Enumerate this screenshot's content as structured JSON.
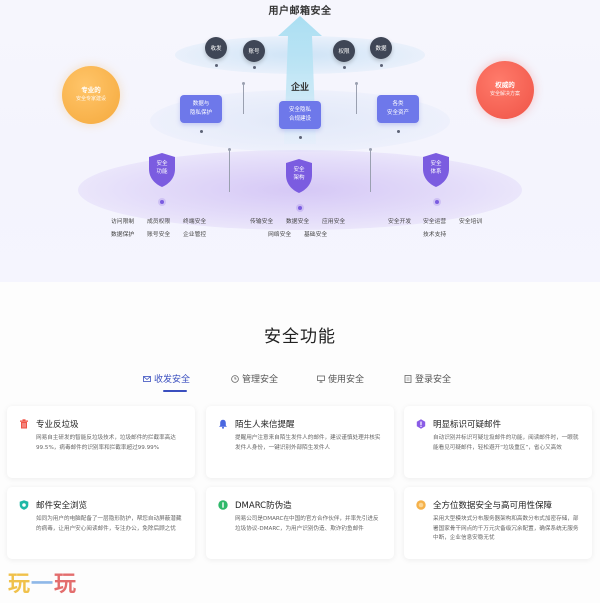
{
  "diagram": {
    "title": "用户邮箱安全",
    "top_circles": [
      "收发",
      "账号",
      "权限",
      "数据"
    ],
    "left_circle": {
      "line1": "专业的",
      "line2": "安全专家建设"
    },
    "right_circle": {
      "line1": "权威的",
      "line2": "安全解决方案"
    },
    "enterprise_label": "企业",
    "blue_boxes": [
      {
        "line1": "数据与",
        "line2": "隐私保护"
      },
      {
        "line1": "安全隐私",
        "line2": "合规建设"
      },
      {
        "line1": "各类",
        "line2": "安全资产"
      }
    ],
    "shields": [
      {
        "line1": "安全",
        "line2": "功能"
      },
      {
        "line1": "安全",
        "line2": "架构"
      },
      {
        "line1": "安全",
        "line2": "体系"
      }
    ],
    "feature_groups": [
      {
        "row1": [
          "访问限制",
          "成员权限",
          "终端安全"
        ],
        "row2": [
          "数据保护",
          "账号安全",
          "企业管控"
        ]
      },
      {
        "row1": [
          "传输安全",
          "数据安全",
          "应用安全"
        ],
        "row2": [
          "网络安全",
          "基础安全"
        ]
      },
      {
        "row1": [
          "安全开发",
          "安全运营",
          "安全培训"
        ],
        "row2": [
          "技术支持"
        ]
      }
    ],
    "colors": {
      "orange": "#f5a93c",
      "red": "#ef5346",
      "blue_box": "#6e78ea",
      "shield": "#7b5ce0",
      "dark_circle": "#3f4656"
    }
  },
  "section": {
    "title": "安全功能",
    "tabs": [
      {
        "label": "收发安全",
        "icon": "mail-icon",
        "active": true
      },
      {
        "label": "管理安全",
        "icon": "clock-icon",
        "active": false
      },
      {
        "label": "使用安全",
        "icon": "monitor-icon",
        "active": false
      },
      {
        "label": "登录安全",
        "icon": "document-icon",
        "active": false
      }
    ],
    "accent_color": "#3a4fbf",
    "cards": [
      {
        "icon": "trash-icon",
        "title": "专业反垃圾",
        "desc": "网易自主研发的智能反垃圾技术，垃圾邮件的拦截率高达99.5%，病毒邮件的识别率和拦截率超过99.99%"
      },
      {
        "icon": "bell-icon",
        "title": "陌生人来信提醒",
        "desc": "提醒用户注意来自陌生发件人的邮件，建议谨慎处理并核实发件人身份，一键识别外部陌生发件人"
      },
      {
        "icon": "warning-badge-icon",
        "title": "明显标识可疑邮件",
        "desc": "自动识别并标识可疑垃圾邮件的功能，阅读邮件时，一眼就能看见可疑邮件，轻松避开“垃圾重区”，省心又高效"
      },
      {
        "icon": "shield-check-icon",
        "title": "邮件安全浏览",
        "desc": "如同为用户的电脑配备了一层隐形防护，帮您自动屏蔽潜藏的病毒，让用户安心阅读邮件，专注办公，免除后顾之忧"
      },
      {
        "icon": "dmarc-icon",
        "title": "DMARC防伪造",
        "desc": "网易公司是DMARC在中国的官方合作伙伴，并率先引进反垃圾协议-DMARC，为用户识别伪造、欺诈钓鱼邮件"
      },
      {
        "icon": "availability-icon",
        "title": "全方位数据安全与高可用性保障",
        "desc": "采用大型模块式分布服务器架构和高数分布式加密存储，部署国家骨干网点的千万元灾备级冗余配置，确保系统无服务中断，企业信息安稳无忧"
      }
    ]
  },
  "watermark": {
    "a": "玩",
    "b": "一",
    "c": "玩"
  }
}
